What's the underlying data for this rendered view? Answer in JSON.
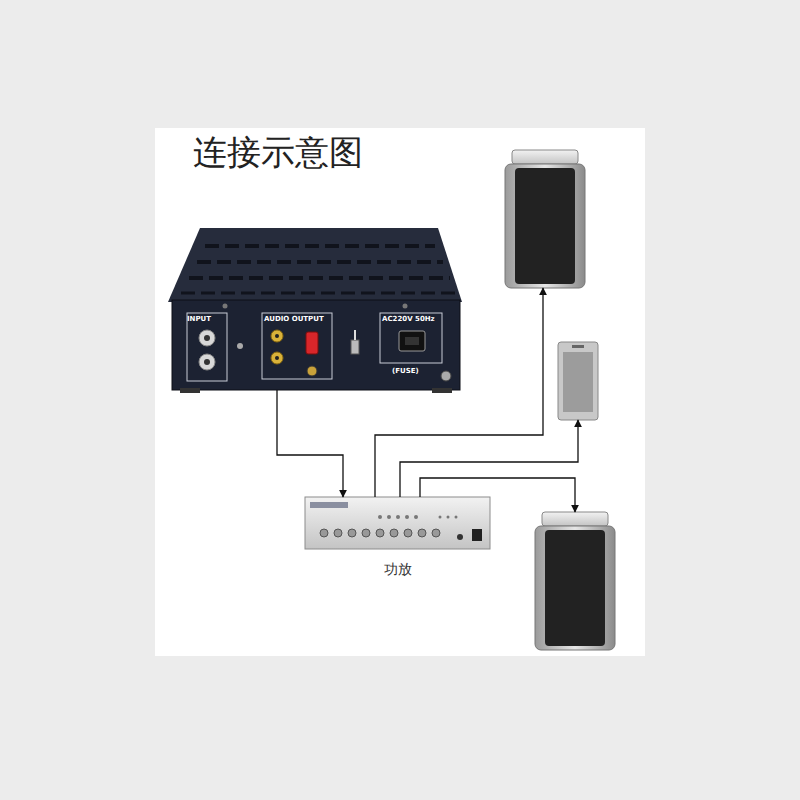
{
  "diagram": {
    "title": "连接示意图",
    "nodes": [
      {
        "text": [
          "INPUT",
          "AUDIO OUTPUT",
          "AC220V 50Hz",
          "(FUSE)"
        ]
      },
      {
        "text": [
          "功放"
        ]
      },
      {
        "text": []
      },
      {
        "text": []
      },
      {
        "text": []
      }
    ],
    "edges": [
      {
        "from": 0,
        "to": 1,
        "arrow": "to"
      },
      {
        "from": 1,
        "to": 2,
        "arrow": "to"
      },
      {
        "from": 1,
        "to": 3,
        "arrow": "to"
      },
      {
        "from": 1,
        "to": 4,
        "arrow": "to"
      }
    ]
  }
}
